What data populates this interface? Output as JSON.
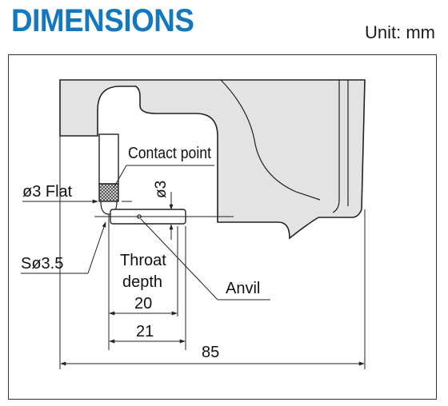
{
  "header": {
    "title": "DIMENSIONS",
    "unit": "Unit: mm"
  },
  "colors": {
    "title": "#1478be",
    "body_fill": "#e3e3e3",
    "line": "#222222"
  },
  "labels": {
    "contact_point": "Contact point",
    "flat": "ø3 Flat",
    "diameter": "ø3",
    "sphere": "Sø3.5",
    "throat_line1": "Throat",
    "throat_line2": "depth",
    "throat_value": "20",
    "anvil": "Anvil",
    "dim_21": "21",
    "dim_85": "85"
  }
}
